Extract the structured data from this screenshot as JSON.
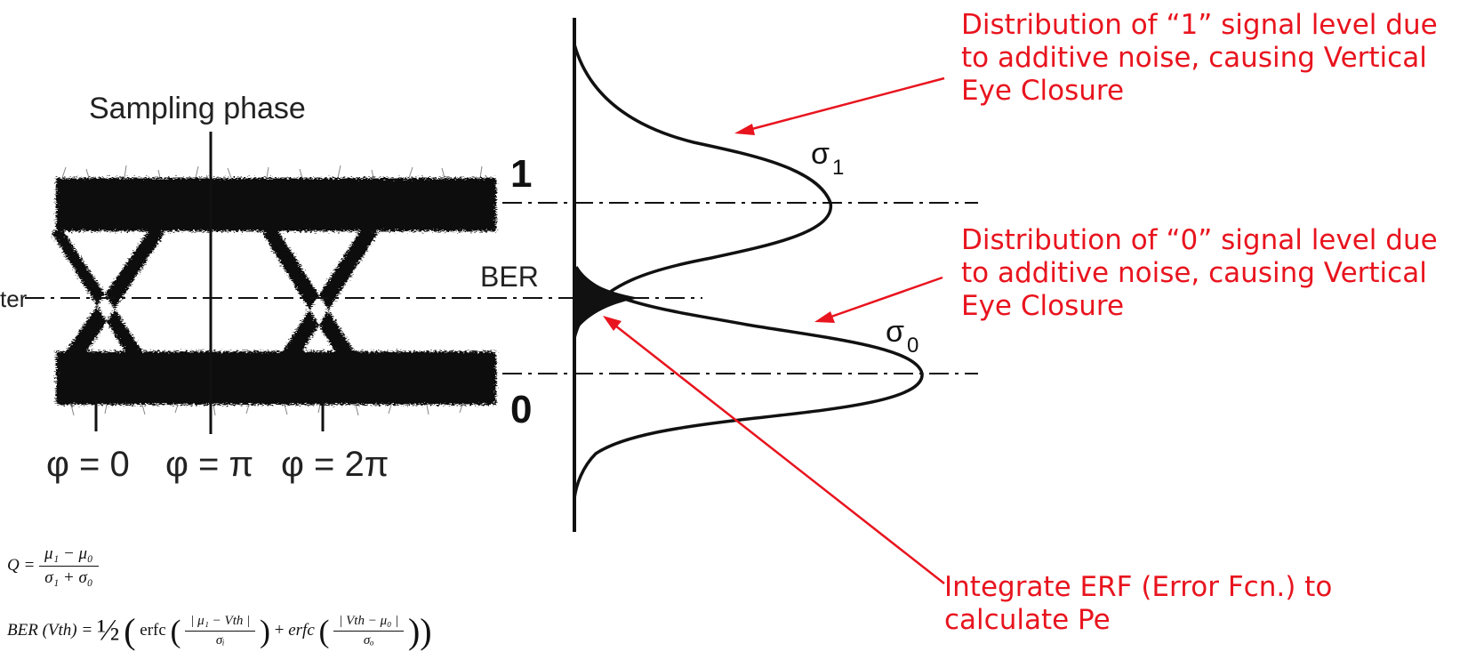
{
  "diagram": {
    "sampling_label": "Sampling phase",
    "threshold_label": "ter",
    "phase_labels": [
      "φ = 0",
      "φ = π",
      "φ = 2π"
    ],
    "level_one": "1",
    "level_zero": "0",
    "ber_label": "BER",
    "sigma1": "σ",
    "sigma1_sub": "1",
    "sigma0": "σ",
    "sigma0_sub": "0"
  },
  "annotations": {
    "one_level": [
      "Distribution of “1” signal level due",
      "to additive noise, causing Vertical",
      "Eye Closure"
    ],
    "zero_level": [
      "Distribution of “0” signal level due",
      "to additive noise, causing Vertical",
      "Eye Closure"
    ],
    "integrate": [
      "Integrate ERF (Error Fcn.) to",
      "calculate Pe"
    ]
  },
  "formulas": {
    "q_lhs": "Q =",
    "q_num": "μ₁  −  μ₀",
    "q_den": "σ₁  +  σ₀",
    "ber_lhs": "BER (Vth) = ",
    "ber_half": "½",
    "ber_erfc1": "erfc",
    "ber_num1": "| μ₁ − Vth |",
    "ber_den1": "σᵢ",
    "ber_plus": "+",
    "ber_erfc2": "erfc",
    "ber_num2": "| Vth − μ₀ |",
    "ber_den2": "σₒ"
  },
  "colors": {
    "annotation": "#e8141e",
    "ink": "#111111"
  }
}
